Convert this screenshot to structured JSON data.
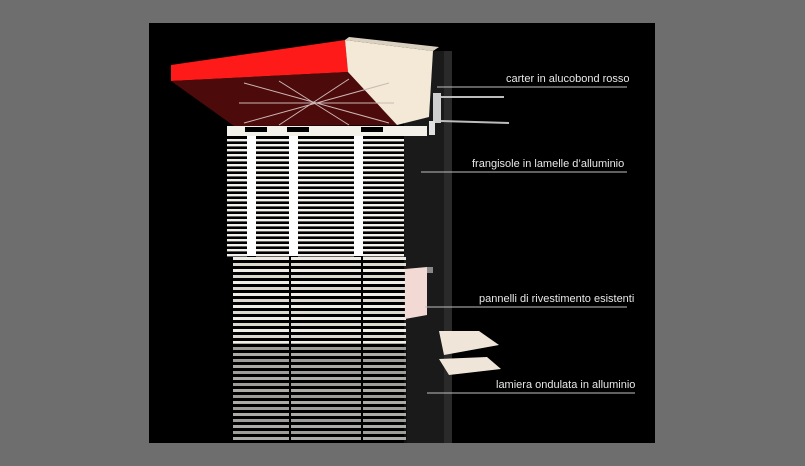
{
  "diagram": {
    "labels": [
      {
        "id": "carter",
        "text": "carter in alucobond rosso"
      },
      {
        "id": "frangisole",
        "text": "frangisole in lamelle  d’alluminio"
      },
      {
        "id": "pannelli",
        "text": "pannelli di rivestimento esistenti"
      },
      {
        "id": "lamiera",
        "text": "lamiera ondulata in alluminio"
      }
    ],
    "colors": {
      "canopy": "#ff1a1a",
      "louver": "#f4f1ea",
      "background": "#000000",
      "frame": "#6e6e6e",
      "panel": "#f3d9d4"
    }
  }
}
